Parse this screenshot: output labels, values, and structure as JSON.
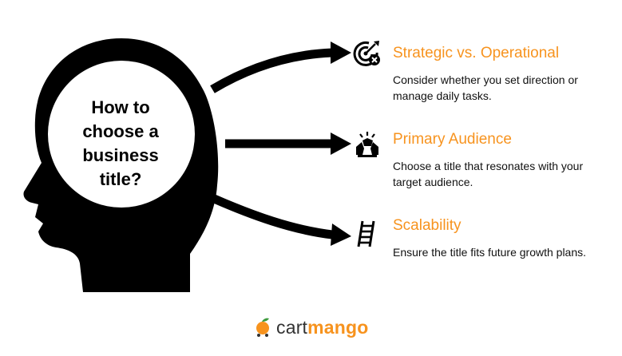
{
  "center": {
    "lines": [
      "How to",
      "choose a",
      "business",
      "title?"
    ]
  },
  "items": [
    {
      "title": "Strategic vs. Operational",
      "description": "Consider whether you set direction or manage daily tasks.",
      "icon": "target-x-icon"
    },
    {
      "title": "Primary Audience",
      "description": "Choose a title that resonates with your target audience.",
      "icon": "audience-gem-icon"
    },
    {
      "title": "Scalability",
      "description": "Ensure the title fits future growth plans.",
      "icon": "ladder-icon"
    }
  ],
  "brand": {
    "part1": "cart",
    "part2": "mango",
    "icon": "mango-cart-icon"
  },
  "colors": {
    "accent": "#f7931e",
    "ink": "#000000"
  }
}
